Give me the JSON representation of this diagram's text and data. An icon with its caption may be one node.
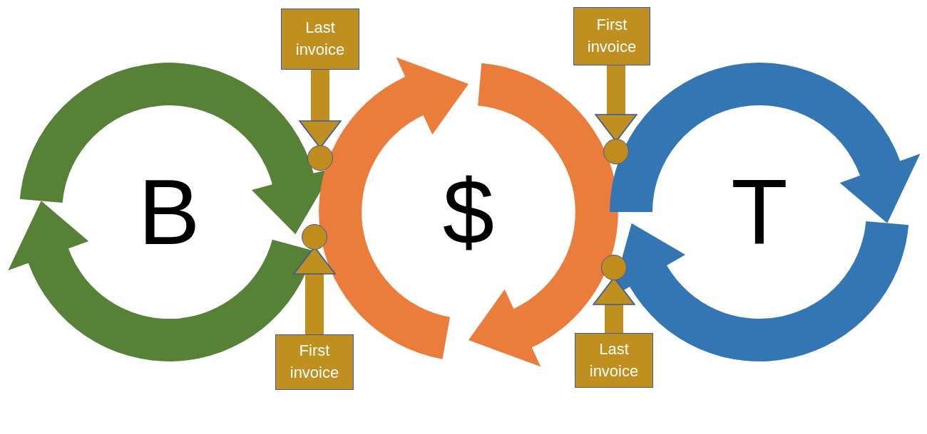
{
  "diagram": {
    "nodes": [
      {
        "text": [
          "Last invoice"
        ]
      },
      {
        "text": [
          "First invoice"
        ]
      },
      {
        "text": [
          "B"
        ]
      },
      {
        "text": [
          "$"
        ]
      },
      {
        "text": [
          "T"
        ]
      },
      {
        "text": [],
        "shape": "circle"
      },
      {
        "text": [],
        "shape": "circle"
      },
      {
        "text": [],
        "shape": "circle"
      },
      {
        "text": [],
        "shape": "circle"
      },
      {
        "text": [
          "First invoice"
        ]
      },
      {
        "text": [
          "Last invoice"
        ]
      }
    ],
    "edges": [
      {
        "from": 0,
        "to": 5,
        "arrow": "to"
      },
      {
        "from": 1,
        "to": 6,
        "arrow": "to"
      },
      {
        "from": 9,
        "to": 7,
        "arrow": "to"
      },
      {
        "from": 10,
        "to": 8,
        "arrow": "to"
      }
    ]
  }
}
